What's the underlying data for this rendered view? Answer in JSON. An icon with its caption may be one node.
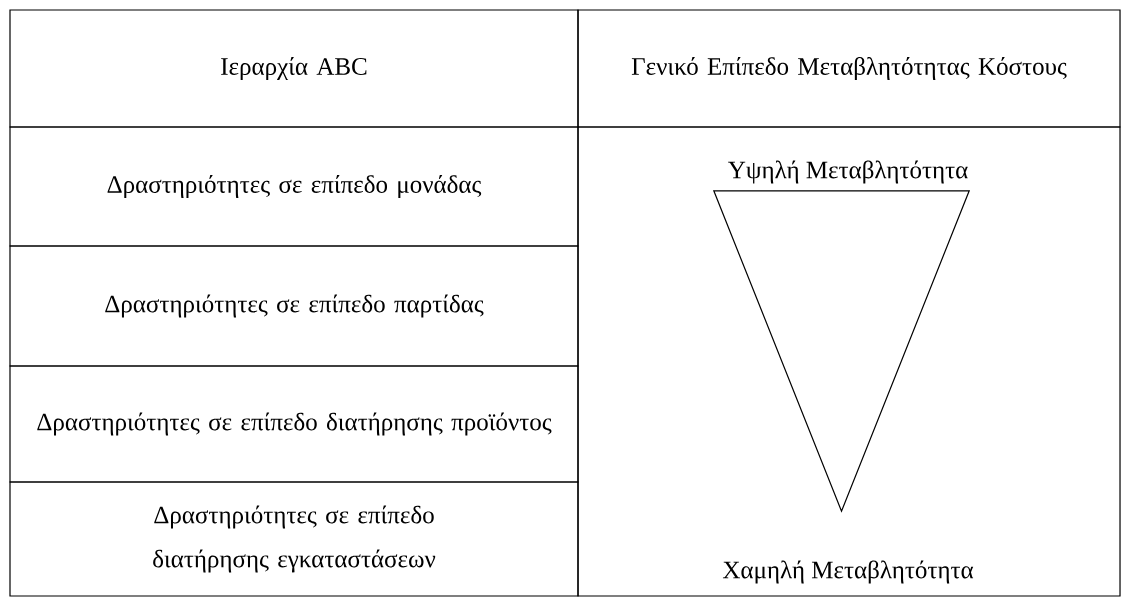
{
  "diagram": {
    "nodes": [
      {
        "text": [],
        "shape": "triangle"
      }
    ],
    "labels": [
      "Ιεραρχία ABC",
      "Γενικό Επίπεδο Μεταβλητότητας Κόστους",
      "Δραστηριότητες σε επίπεδο μονάδας",
      "Υψηλή Μεταβλητότητα",
      "Δραστηριότητες σε επίπεδο παρτίδας",
      "Δραστηριότητες σε επίπεδο διατήρησης προϊόντος",
      "Δραστηριότητες σε επίπεδο διατήρησης εγκαταστάσεων",
      "Χαμηλή Μεταβλητότητα"
    ]
  }
}
